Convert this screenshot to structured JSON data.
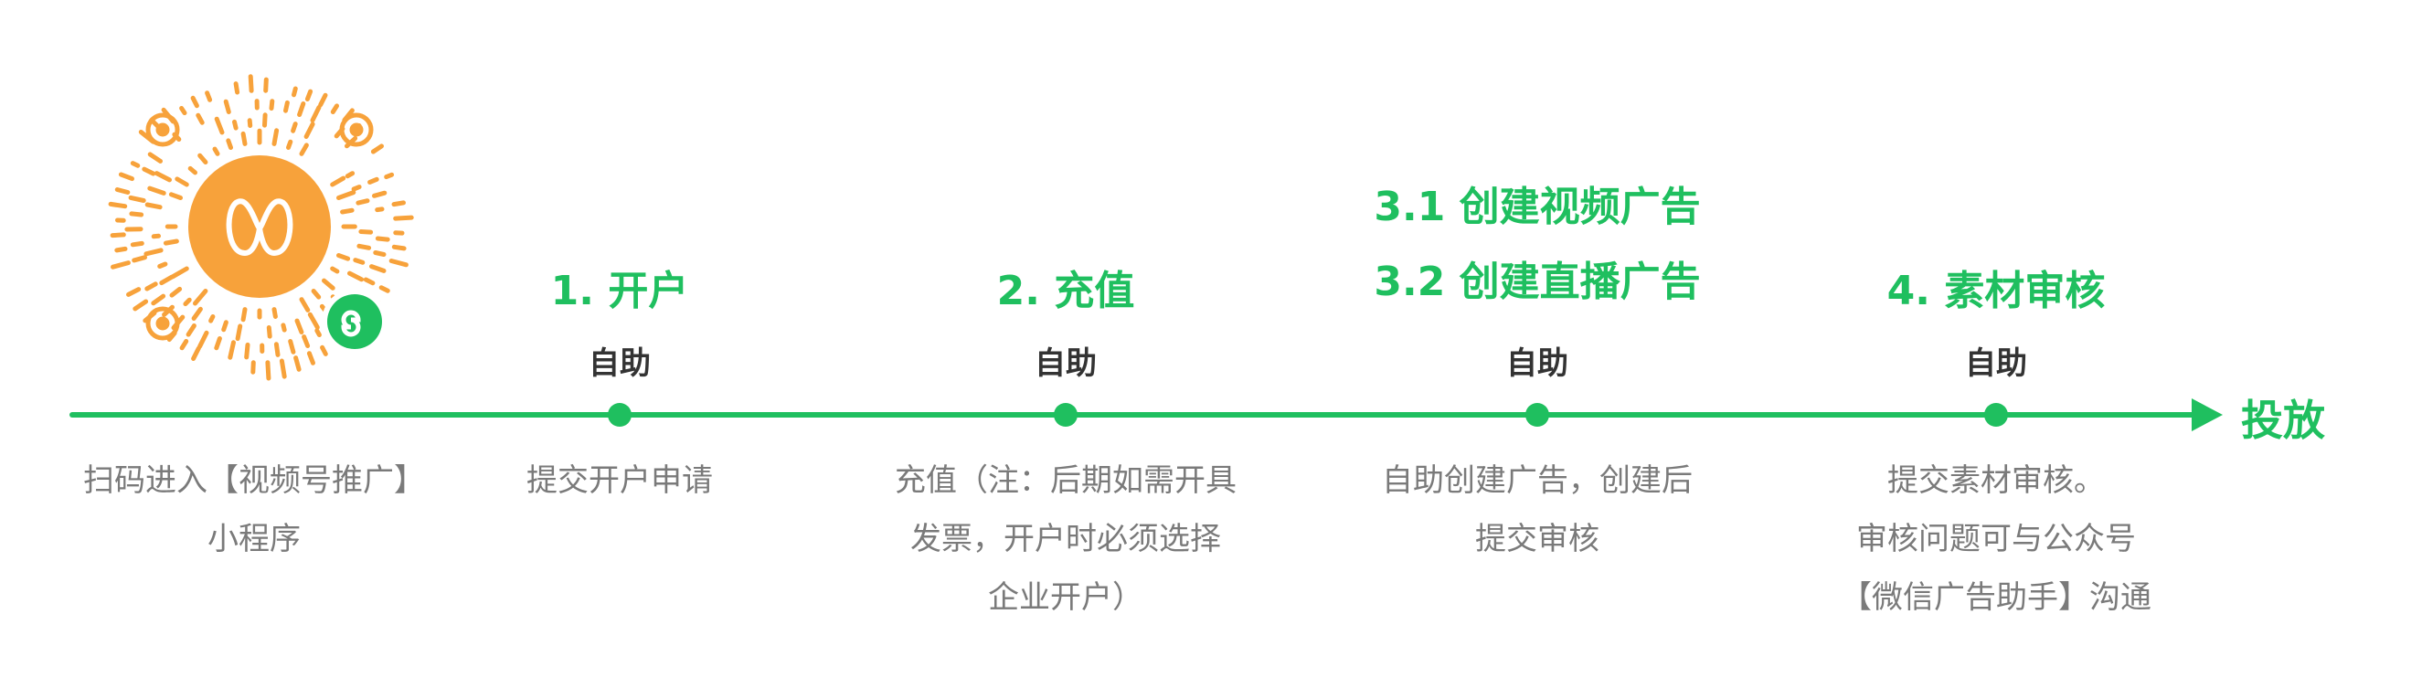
{
  "steps": [
    {
      "titles": [
        "1. 开户"
      ],
      "mode": "自助",
      "description": [
        "提交开户申请"
      ]
    },
    {
      "titles": [
        "2. 充值"
      ],
      "mode": "自助",
      "description": [
        "充值（注：后期如需开具",
        "发票，开户时必须选择",
        "企业开户）"
      ]
    },
    {
      "titles": [
        "3.1 创建视频广告",
        "3.2 创建直播广告"
      ],
      "mode": "自助",
      "description": [
        "自助创建广告，创建后",
        "提交审核"
      ]
    },
    {
      "titles": [
        "4. 素材审核"
      ],
      "mode": "自助",
      "description": [
        "提交素材审核。",
        "审核问题可与公众号",
        "【微信广告助手】沟通"
      ]
    }
  ],
  "start": {
    "description": [
      "扫码进入【视频号推广】",
      "小程序"
    ]
  },
  "end_label": "投放",
  "colors": {
    "accent": "#1fbf5f",
    "qr_orange": "#f7a23b",
    "text_dark": "#333333",
    "text_gray": "#7a7a7a"
  },
  "icons": [
    "mini-program-qr-code",
    "mini-program-badge-icon"
  ]
}
